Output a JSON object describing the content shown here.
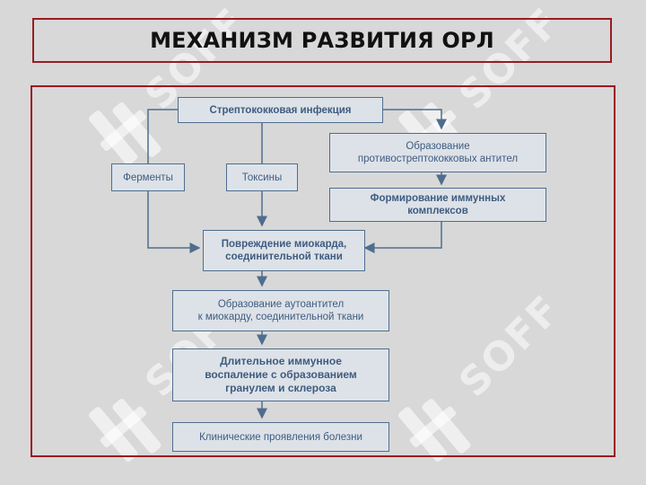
{
  "title": "МЕХАНИЗМ РАЗВИТИЯ ОРЛ",
  "watermark_text": "SOFF",
  "nodes": {
    "infection": "Стрептококковая инфекция",
    "enzymes": "Ферменты",
    "toxins": "Токсины",
    "antibodies": "Образование\nпротивострептококковых антител",
    "complexes": "Формирование иммунных\nкомплексов",
    "damage": "Повреждение миокарда,\nсоединительной ткани",
    "autoantibodies": "Образование аутоантител\nк миокарду, соединительной ткани",
    "inflammation": "Длительное иммунное\nвоспаление с образованием\nгранулем и склероза",
    "clinical": "Клинические проявления болезни"
  },
  "colors": {
    "frame": "#9b1b22",
    "node_border": "#4f6d8e",
    "node_text": "#3e5c80",
    "node_fill": "#dde2e8",
    "background": "#d8d8d8"
  }
}
